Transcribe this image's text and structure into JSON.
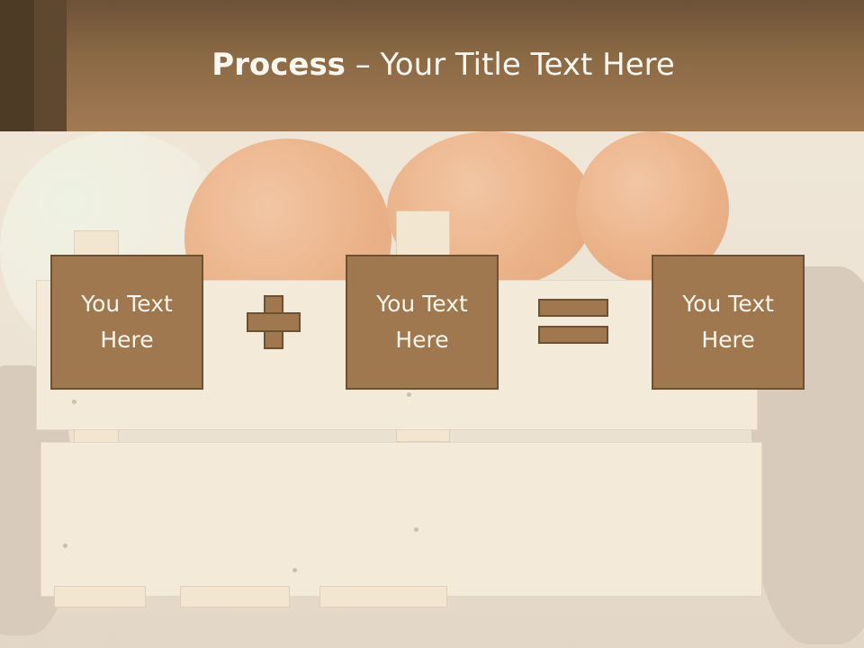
{
  "header": {
    "title_bold": "Process",
    "title_rest": " – Your Title Text Here"
  },
  "boxes": [
    {
      "text": "You Text Here"
    },
    {
      "text": "You Text Here"
    },
    {
      "text": "You Text Here"
    }
  ],
  "operators": {
    "plus": "plus-sign",
    "equals": "equals-sign"
  },
  "colors": {
    "header": "#8c6a46",
    "box_fill": "#a07850",
    "box_border": "#6e5132",
    "text": "#fbf4ea"
  }
}
